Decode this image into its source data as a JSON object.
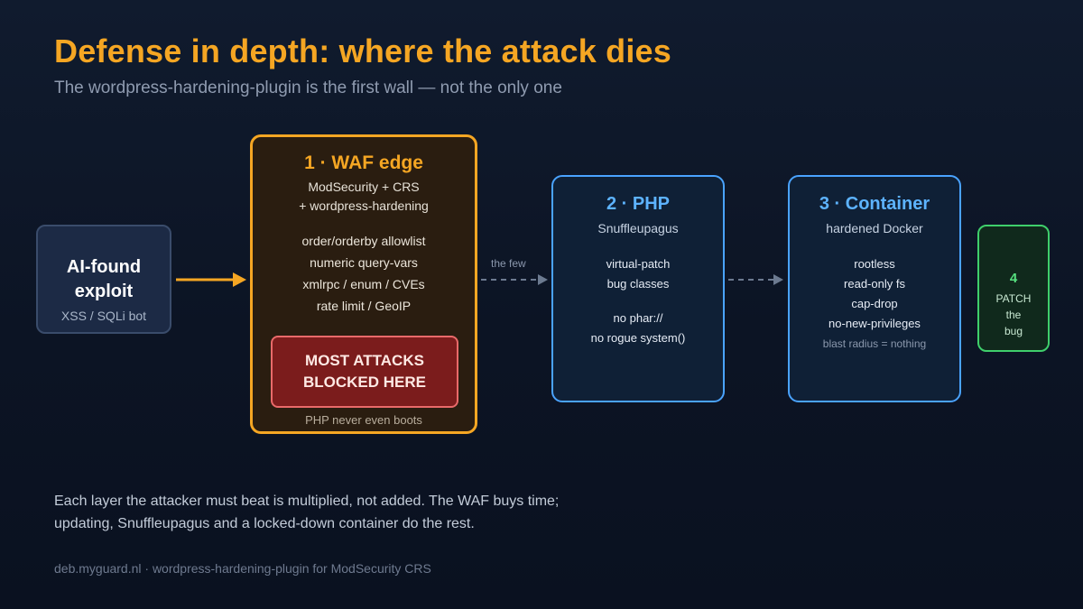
{
  "title": "Defense in depth: where the attack dies",
  "subtitle": "The wordpress-hardening-plugin is the first wall — not the only one",
  "exploit": {
    "title_line1": "AI-found",
    "title_line2": "exploit",
    "sub": "XSS / SQLi bot"
  },
  "waf": {
    "title": "1 · WAF edge",
    "sub1": "ModSecurity + CRS",
    "sub2": "+ wordpress-hardening",
    "features": [
      "order/orderby allowlist",
      "numeric query-vars",
      "xmlrpc / enum / CVEs",
      "rate limit / GeoIP"
    ],
    "blocked_line1": "MOST ATTACKS",
    "blocked_line2": "BLOCKED HERE",
    "note": "PHP never even boots"
  },
  "arrow_label": "the few",
  "php": {
    "title": "2 · PHP",
    "sub": "Snuffleupagus",
    "features": [
      "virtual-patch",
      "bug classes",
      "no phar://",
      "no rogue system()"
    ]
  },
  "container": {
    "title": "3 · Container",
    "sub": "hardened Docker",
    "features": [
      "rootless",
      "read-only fs",
      "cap-drop",
      "no-new-privileges"
    ],
    "note": "blast radius = nothing"
  },
  "patch": {
    "number": "4",
    "words": [
      "PATCH",
      "the",
      "bug"
    ]
  },
  "bottom_text": {
    "line1": "Each layer the attacker must beat is multiplied, not added. The WAF buys time;",
    "line2": "updating, Snuffleupagus and a locked-down container do the rest."
  },
  "footer": "deb.myguard.nl · wordpress-hardening-plugin for ModSecurity CRS",
  "colors": {
    "accent": "#f5a623",
    "blue": "#4aa3ff",
    "green": "#3fcf6b",
    "danger": "#7b1c1c"
  }
}
